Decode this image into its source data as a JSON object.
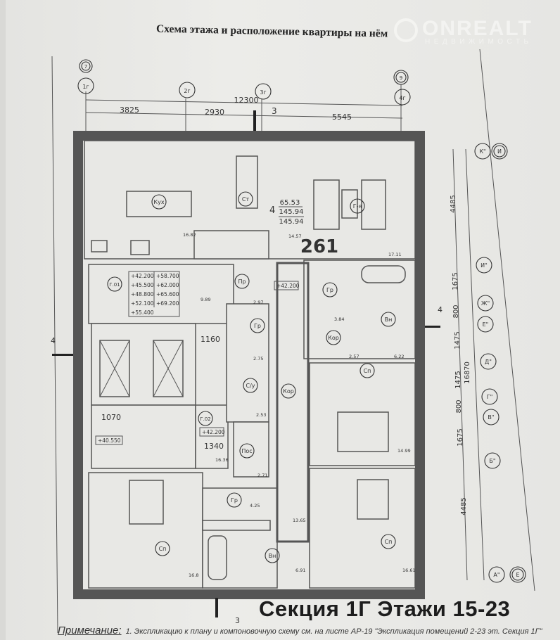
{
  "header": {
    "title": "Схема этажа и расположение квартиры на нём",
    "watermark_brand": "ONREALT",
    "watermark_sub": "НЕДВИЖИМОСТЬ"
  },
  "axes_top": {
    "circles": [
      "7",
      "1г",
      "2г",
      "3г",
      "9",
      "4г"
    ],
    "overall_dim": "12300",
    "dims": [
      "3825",
      "2930",
      "5545"
    ],
    "section_mark": "3"
  },
  "axes_right": {
    "circles": [
      "К\"",
      "И",
      "И\"",
      "Ж\"",
      "Е\"",
      "Д\"",
      "Г\"",
      "В\"",
      "Б\"",
      "А\"",
      "Е"
    ],
    "dims": [
      "4485",
      "1675",
      "800",
      "1475",
      "1475",
      "800",
      "1675",
      "4485"
    ],
    "overall_dim": "16870",
    "section_mark": "4"
  },
  "apartment": {
    "number": "261",
    "rooms_count": "4",
    "living_area": "65.53",
    "total_area": "145.94",
    "total_area2": "145.94"
  },
  "rooms": {
    "kitchen": "Кух",
    "dining": "Ст",
    "living": "Г-я",
    "hall": "Пр",
    "wardrobe1": "Гр",
    "wardrobe2": "Гр",
    "wardrobe3": "Гр",
    "wc": "С/у",
    "corridor1": "Кор",
    "corridor2": "Кор",
    "bath1": "Вн",
    "bath2": "Вн",
    "laundry": "Пос",
    "bedroom1": "Сп",
    "bedroom2": "Сп",
    "bedroom3": "Сп",
    "lobby1": "Г.01",
    "lobby2": "Г.02"
  },
  "areas": {
    "kitchen": "16.82",
    "living_a": "14.57",
    "living_b": "17.11",
    "hall": "9.89",
    "corr_top": "2.97",
    "wardrobe1": "2.75",
    "wc": "2.53",
    "wardrobe_r": "3.84",
    "corr_r": "2.57",
    "bath_r": "6.22",
    "bedroom_r1": "14.99",
    "lobby2": "16.36",
    "laundry": "2.71",
    "wardrobe3": "4.25",
    "corridor": "13.65",
    "bath2": "6.91",
    "bedroom_l": "16.8",
    "bedroom_r2": "16.61"
  },
  "levels": {
    "table": [
      "+42.200",
      "+58.700",
      "+45.500",
      "+62.000",
      "+48.800",
      "+65.600",
      "+52.100",
      "+69.200",
      "+55.400"
    ],
    "apt_level": "+42.200",
    "lobby2_level": "+42.200",
    "stair_level": "+40.550"
  },
  "dims_inner": {
    "lift_hall": "1160",
    "stair": "1070",
    "lobby2": "1340"
  },
  "footer": {
    "section_title": "Секция 1Г Этажи 15-23",
    "note_label": "Примечание:",
    "note_text": "1. Экспликацию к плану и компоновочную схему см. на листе АР-19 \"Экспликация помещений 2-23 эт. Секция 1Г\"",
    "section_mark": "3"
  }
}
